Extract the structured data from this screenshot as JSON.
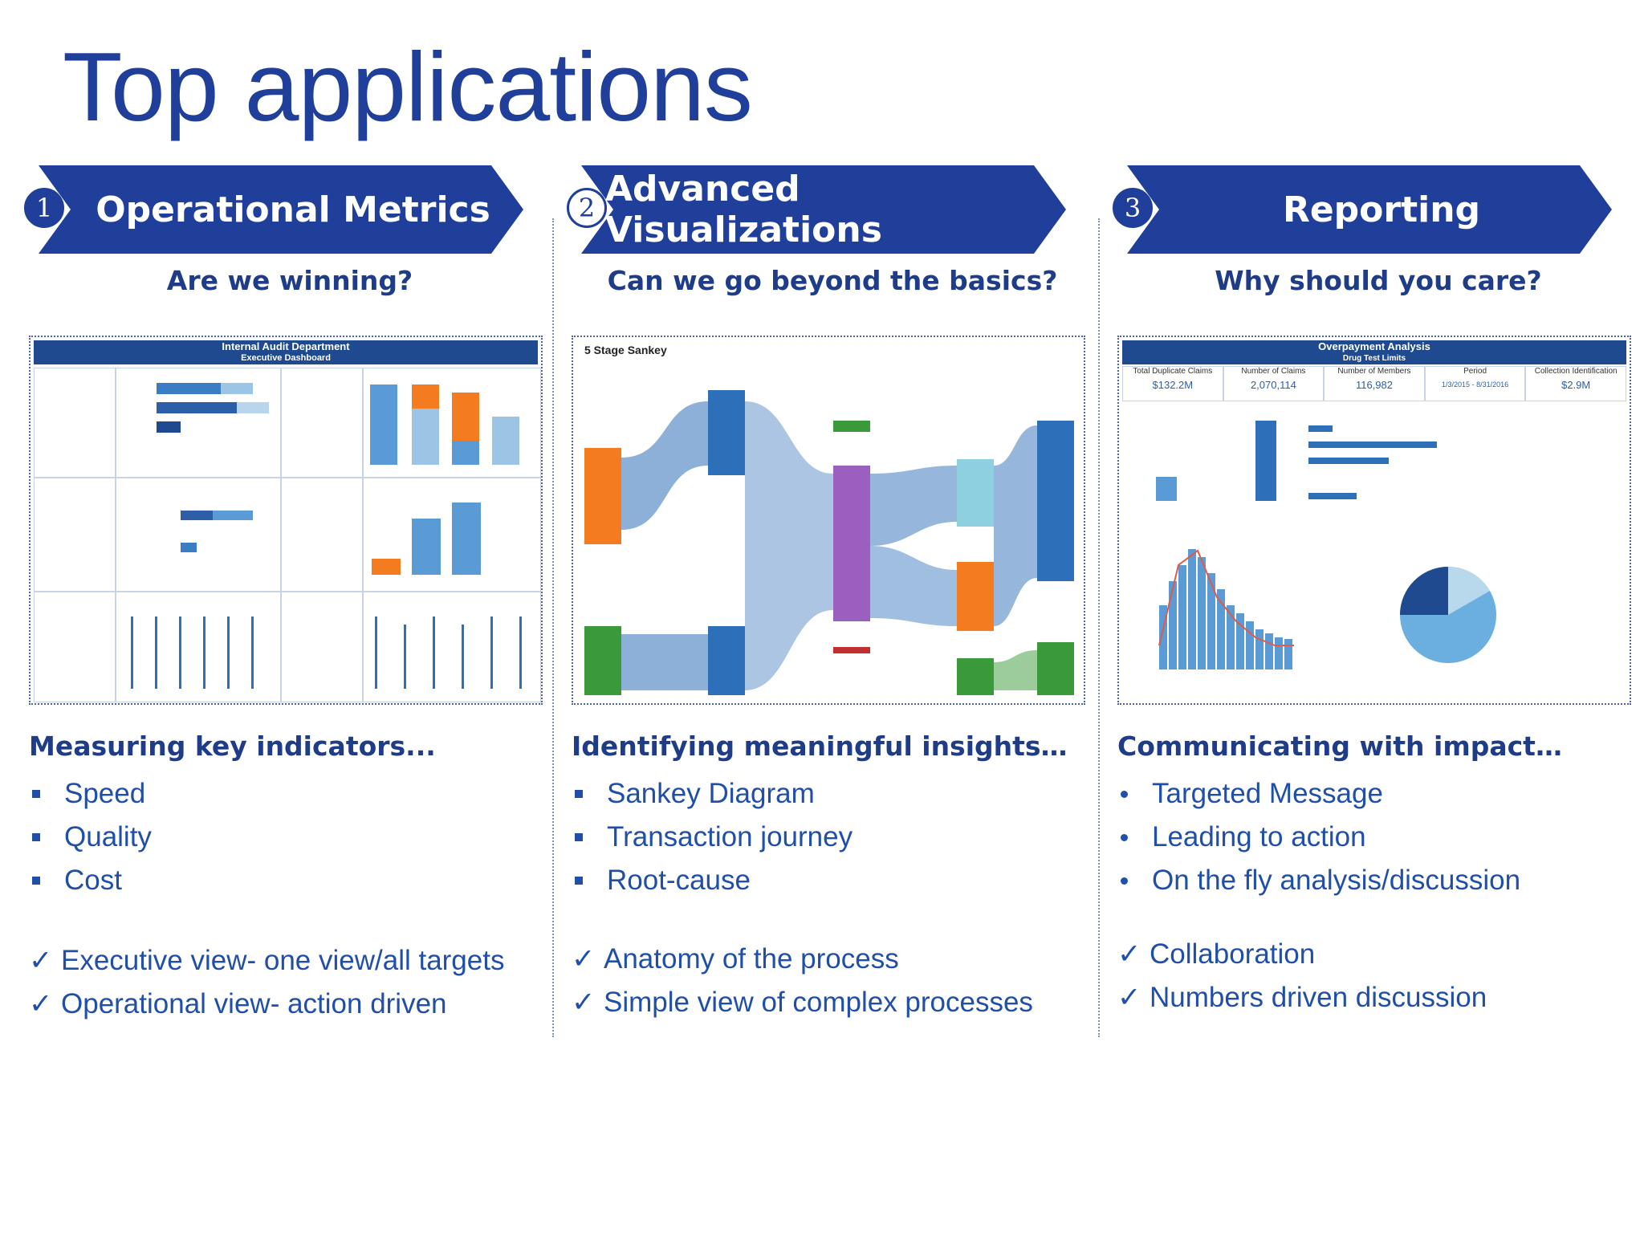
{
  "page": {
    "title": "Top applications"
  },
  "columns": [
    {
      "number": "1",
      "header": "Operational Metrics",
      "question": "Are we winning?",
      "thumbnail": {
        "title": "Internal Audit Department",
        "subtitle": "Executive Dashboard"
      },
      "heading": "Measuring key indicators...",
      "bullets": [
        "Speed",
        "Quality",
        "Cost"
      ],
      "checks": [
        "Executive view- one view/all targets",
        "Operational view- action driven"
      ]
    },
    {
      "number": "2",
      "header": "Advanced Visualizations",
      "question": "Can we go beyond the basics?",
      "thumbnail": {
        "title": "5 Stage Sankey"
      },
      "heading": "Identifying meaningful insights…",
      "bullets": [
        "Sankey Diagram",
        "Transaction journey",
        "Root-cause"
      ],
      "checks": [
        "Anatomy of the process",
        "Simple view of complex processes"
      ]
    },
    {
      "number": "3",
      "header": "Reporting",
      "question": "Why should you care?",
      "thumbnail": {
        "title": "Overpayment Analysis",
        "subtitle": "Drug Test Limits",
        "kpis": [
          {
            "label": "Total Duplicate Claims",
            "value": "$132.2M"
          },
          {
            "label": "Number of Claims",
            "value": "2,070,114"
          },
          {
            "label": "Number of Members",
            "value": "116,982"
          },
          {
            "label": "Period",
            "value": "1/3/2015 - 8/31/2016"
          },
          {
            "label": "Collection Identification",
            "value": "$2.9M"
          }
        ]
      },
      "heading": "Communicating with impact…",
      "bullets": [
        "Targeted Message",
        "Leading to action",
        "On the fly analysis/discussion"
      ],
      "checks": [
        "Collaboration",
        "Numbers driven discussion"
      ]
    }
  ],
  "colors": {
    "brand": "#1f3f9a",
    "text": "#1f4fa8",
    "accent_orange": "#f47b20",
    "accent_green": "#3a9a3a",
    "accent_purple": "#9b5fc0"
  }
}
